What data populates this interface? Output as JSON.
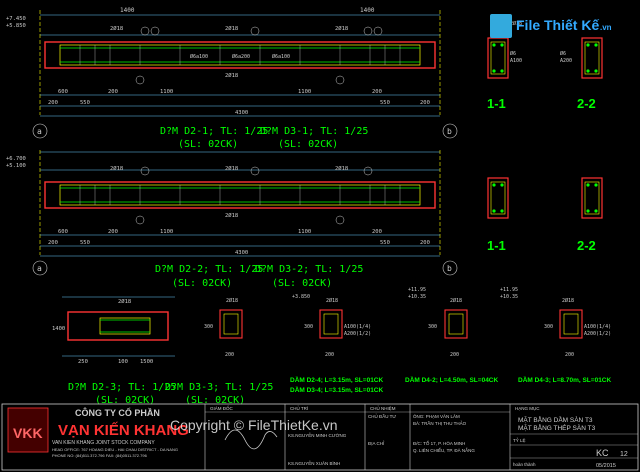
{
  "watermark": {
    "brand": "File Thiết Kế",
    "domain": ".vn",
    "copyright": "Copyright © FileThietKe.vn"
  },
  "beam1": {
    "elev_top": "+7.450",
    "elev_bot": "+5.850",
    "dims_top": [
      "1400",
      "1400"
    ],
    "dims_bot1": [
      "600",
      "200",
      "1100",
      "1100",
      "200"
    ],
    "dims_bot2": [
      "200",
      "550",
      "550",
      "200"
    ],
    "total": "4300",
    "title": "D?M D2-1; TL: 1/25",
    "title2": "D?M D3-1; TL: 1/25",
    "sl": "(SL: 02CK)",
    "sl2": "(SL: 02CK)",
    "rebar": [
      "2Ø18",
      "2Ø18",
      "2Ø18",
      "2Ø18"
    ],
    "stirrups": [
      "Ø6a100",
      "Ø6a200",
      "Ø6a100"
    ]
  },
  "beam2": {
    "elev_top": "+6.700",
    "elev_bot": "+5.100",
    "dims_top": [
      "1400",
      "1400"
    ],
    "dims_bot1": [
      "600",
      "200",
      "1100",
      "1100",
      "200"
    ],
    "dims_bot2": [
      "200",
      "550",
      "550",
      "200"
    ],
    "total": "4300",
    "title": "D?M D2-2; TL: 1/25",
    "title2": "D?M D3-2; TL: 1/25",
    "sl": "(SL: 02CK)",
    "sl2": "(SL: 02CK)",
    "rebar": [
      "2Ø18",
      "2Ø18",
      "2Ø18",
      "2Ø18"
    ]
  },
  "axes": [
    "a",
    "b"
  ],
  "sections": {
    "s1": {
      "label": "1-1",
      "bars": "2Ø18",
      "stirrup": "Ø6",
      "spacing": "A100"
    },
    "s2": {
      "label": "2-2",
      "bars": "2Ø18",
      "stirrup": "Ø6",
      "spacing": "A200"
    },
    "s3": {
      "label": "1-1"
    },
    "s4": {
      "label": "2-2"
    }
  },
  "beam3": {
    "title": "D?M D2-3; TL: 1/25",
    "title2": "D?M D3-3; TL: 1/25",
    "sl": "(SL: 02CK)",
    "sl2": "(SL: 02CK)",
    "dims": [
      "1400",
      "250",
      "100",
      "1500"
    ],
    "rebar": "2Ø18"
  },
  "small_sections": {
    "elevs": [
      "+3.850",
      "+11.95",
      "+10.35",
      "+11.95",
      "+10.35"
    ],
    "dims": [
      "300",
      "200",
      "300",
      "200",
      "300",
      "200",
      "300",
      "200"
    ],
    "bars": [
      "2Ø18",
      "2Ø18",
      "2Ø18",
      "2Ø18"
    ],
    "spacing": [
      "A100(1/4)",
      "A200(1/2)"
    ]
  },
  "notes": [
    "DẦM D2-4; L=3.15m, SL=01CK",
    "DẦM D4-2; L=4.50m, SL=04CK",
    "DẦM D4-3; L=8.70m, SL=01CK",
    "DẦM D3-4; L=3.15m, SL=01CK"
  ],
  "titleblock": {
    "company_line": "CÔNG TY CỔ PHẦN",
    "company_name": "VẠN KIẾN KHANG",
    "company_en": "VAN KIEN KHANG JOINT STOCK COMPANY",
    "addr1": "HEAD OFFICE: 767 HOANG DIEU - HAI CHAU DISTRICT - DA NANG",
    "addr2": "PHONE NO: (84)511.372.796  FAX: (84)0511.372.796",
    "col_headers": [
      "GIÁM ĐỐC",
      "CHỦ TRÌ",
      "CHỦ NHIỆM",
      "HẠNG MỤC"
    ],
    "names": [
      "KS.NGUYỄN MINH CƯỜNG",
      "KS.NGUYỄN XUÂN BÌNH"
    ],
    "owner": [
      "CHỦ ĐẦU TƯ",
      "ÔNG: PHẠM VĂN LÂM",
      "BÀ: TRẦN THỊ THU THẢO"
    ],
    "address": [
      "ĐỊA CHỈ",
      "Đ/C: TỔ 17, P. HÒA MINH",
      "Q. LIÊN CHIỂU, TP. ĐÀ NẴNG"
    ],
    "drawing_title": [
      "MẶT BẰNG DẦM SÀN T3",
      "MẶT BẰNG THÉP SÀN T3"
    ],
    "drawing_no": "KC",
    "date": "05/2015",
    "sheet": "12",
    "extra": [
      "TỶ LỆ",
      "hoàn thành"
    ]
  }
}
